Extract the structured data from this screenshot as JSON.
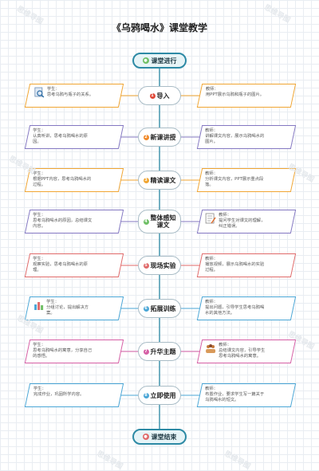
{
  "title": "《乌鸦喝水》课堂教学",
  "start_label": "课堂进行",
  "end_label": "课堂结束",
  "colors": {
    "spine": "#2d8aa5",
    "orange": "#f0a532",
    "purple": "#8478c2",
    "green": "#6fbf66",
    "red": "#e06a6a",
    "blue": "#4aa6d6",
    "pink": "#d65fa5",
    "gray": "#9a9a9a"
  },
  "watermark": "思维导图",
  "steps": [
    {
      "label": "导入",
      "num": "1",
      "color_key": "orange",
      "student": "学生：\n思考乌鸦与瓶子的关系。",
      "teacher": "教师：\n用PPT展示乌鸦和瓶子的图片。",
      "student_icon": "document-magnifier-icon",
      "teacher_icon": ""
    },
    {
      "label": "新课讲授",
      "num": "2",
      "color_key": "purple",
      "student": "学生：\n认真听讲，思考乌鸦喝水的原\n因。",
      "teacher": "教师：\n讲解课文内容，展示乌鸦喝水的\n图片。",
      "student_icon": "",
      "teacher_icon": ""
    },
    {
      "label": "精读课文",
      "num": "3",
      "color_key": "orange",
      "student": "学生：\n根据PPT内容，思考乌鸦喝水的\n过程。",
      "teacher": "教师：\n分析课文内容，PPT展示重点段\n落。",
      "student_icon": "",
      "teacher_icon": ""
    },
    {
      "label": "整体感知\n课文",
      "num": "4",
      "color_key": "purple",
      "student": "学生：\n思考乌鸦喝水的原因，总结课文\n内容。",
      "teacher": "教师：\n提问学生对课文的理解，\n纠正错误。",
      "student_icon": "",
      "teacher_icon": "checklist-pen-icon"
    },
    {
      "label": "现场实验",
      "num": "5",
      "color_key": "red",
      "student": "学生：\n观察实验，思考乌鸦喝水的原\n理。",
      "teacher": "教师：\n播放视频，展示乌鸦喝水的实验\n过程。",
      "student_icon": "",
      "teacher_icon": ""
    },
    {
      "label": "拓展训练",
      "num": "6",
      "color_key": "blue",
      "student": "学生：\n分组讨论，提出解决方\n案。",
      "teacher": "教师：\n提出问题，引导学生思考乌鸦喝\n水的其他方法。",
      "student_icon": "discussion-group-icon",
      "teacher_icon": ""
    },
    {
      "label": "升华主题",
      "num": "7",
      "color_key": "pink",
      "student": "学生：\n思考乌鸦喝水的寓意，分享自己\n的感悟。",
      "teacher": "教师：\n总结课文内容，引导学生\n思考乌鸦喝水的寓意。",
      "student_icon": "",
      "teacher_icon": "people-group-icon"
    },
    {
      "label": "立即使用",
      "num": "8",
      "color_key": "blue",
      "student": "学生：\n完成作业，巩固所学内容。",
      "teacher": "教师：\n布置作业，要求学生写一篇关于\n乌鸦喝水的短文。",
      "student_icon": "",
      "teacher_icon": ""
    }
  ]
}
